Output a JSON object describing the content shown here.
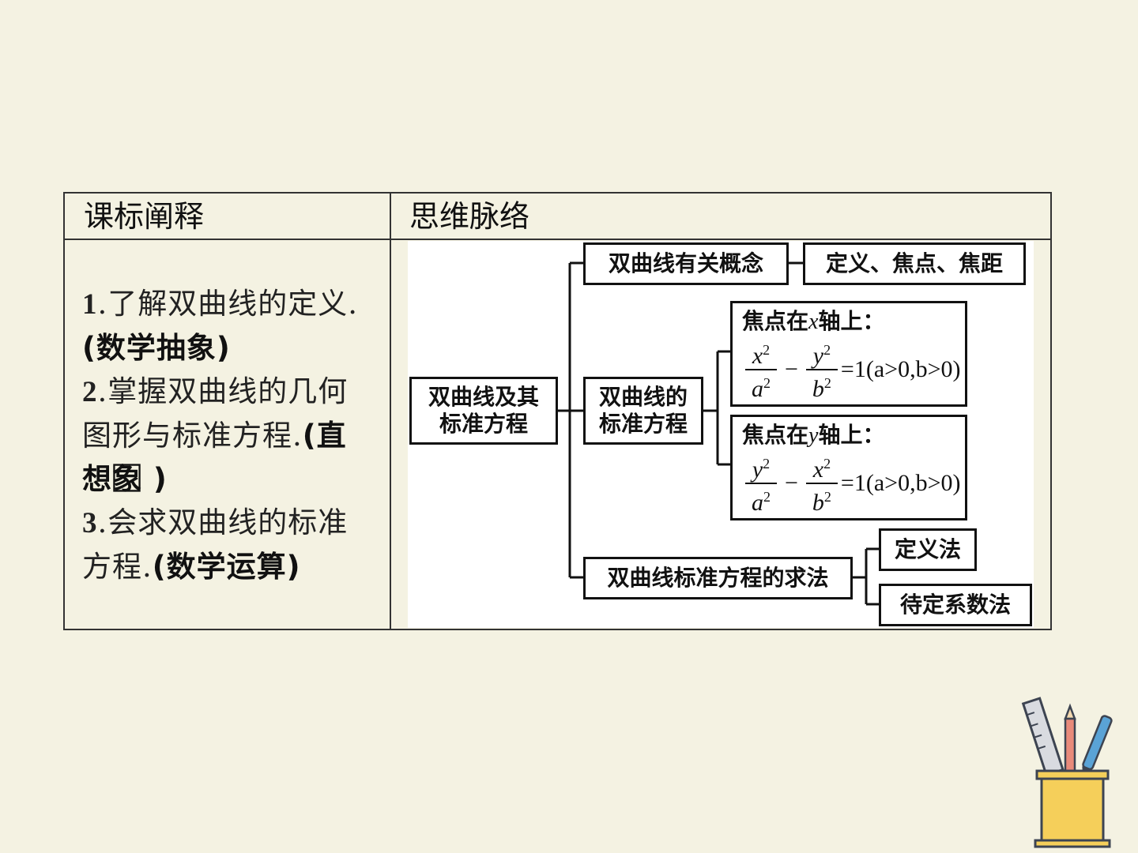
{
  "table": {
    "header_left": "课标阐释",
    "header_right": "思维脉络",
    "goals": [
      {
        "num": "1",
        "text": ".了解双曲线的定义.",
        "tag": "(数学抽象)"
      },
      {
        "num": "2",
        "text": ".掌握双曲线的几何图形与标准方程.",
        "tag": "(直想象⃞ )"
      },
      {
        "num": "3",
        "text": ".会求双曲线的标准方程.",
        "tag": "(数学运算)"
      }
    ]
  },
  "mindmap": {
    "root": "双曲线及其标准方程",
    "root_line1": "双曲线及其",
    "root_line2": "标准方程",
    "concept": "双曲线有关概念",
    "concept_detail": "定义、焦点、焦距",
    "standard_line1": "双曲线的",
    "standard_line2": "标准方程",
    "x_axis_title_a": "焦点在",
    "x_axis_var": "x",
    "x_axis_title_b": "轴上：",
    "y_axis_title_a": "焦点在",
    "y_axis_var": "y",
    "y_axis_title_b": "轴上：",
    "x_num1": "x",
    "x_den1": "a",
    "x_num2": "y",
    "x_den2": "b",
    "y_num1": "y",
    "y_den1": "a",
    "y_num2": "x",
    "y_den2": "b",
    "exp": "2",
    "minus": "−",
    "rhs": "=1(a>0,b>0)",
    "method": "双曲线标准方程的求法",
    "method_1": "定义法",
    "method_2": "待定系数法"
  }
}
